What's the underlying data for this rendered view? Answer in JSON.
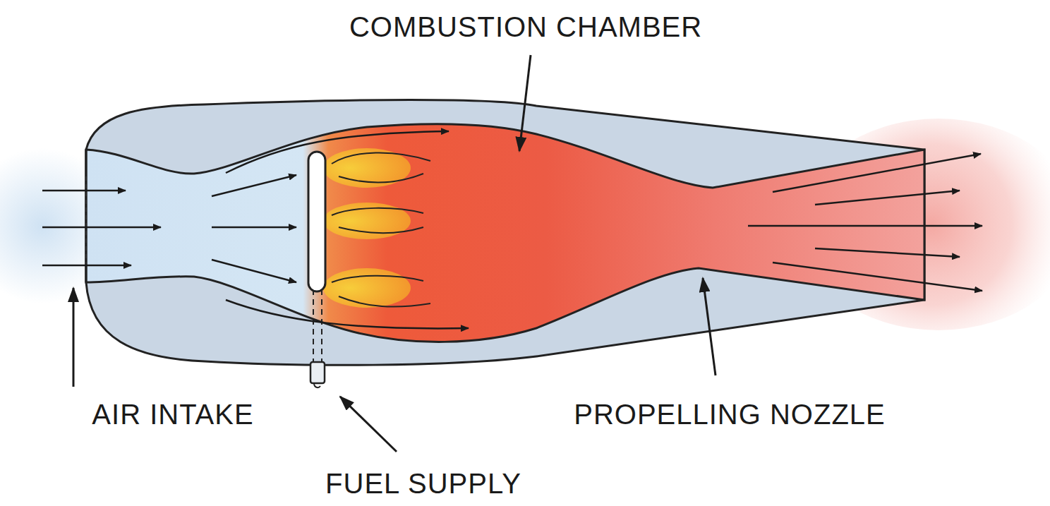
{
  "diagram": {
    "labels": [
      "COMBUSTION CHAMBER",
      "AIR INTAKE",
      "FUEL SUPPLY",
      "PROPELLING NOZZLE"
    ]
  }
}
